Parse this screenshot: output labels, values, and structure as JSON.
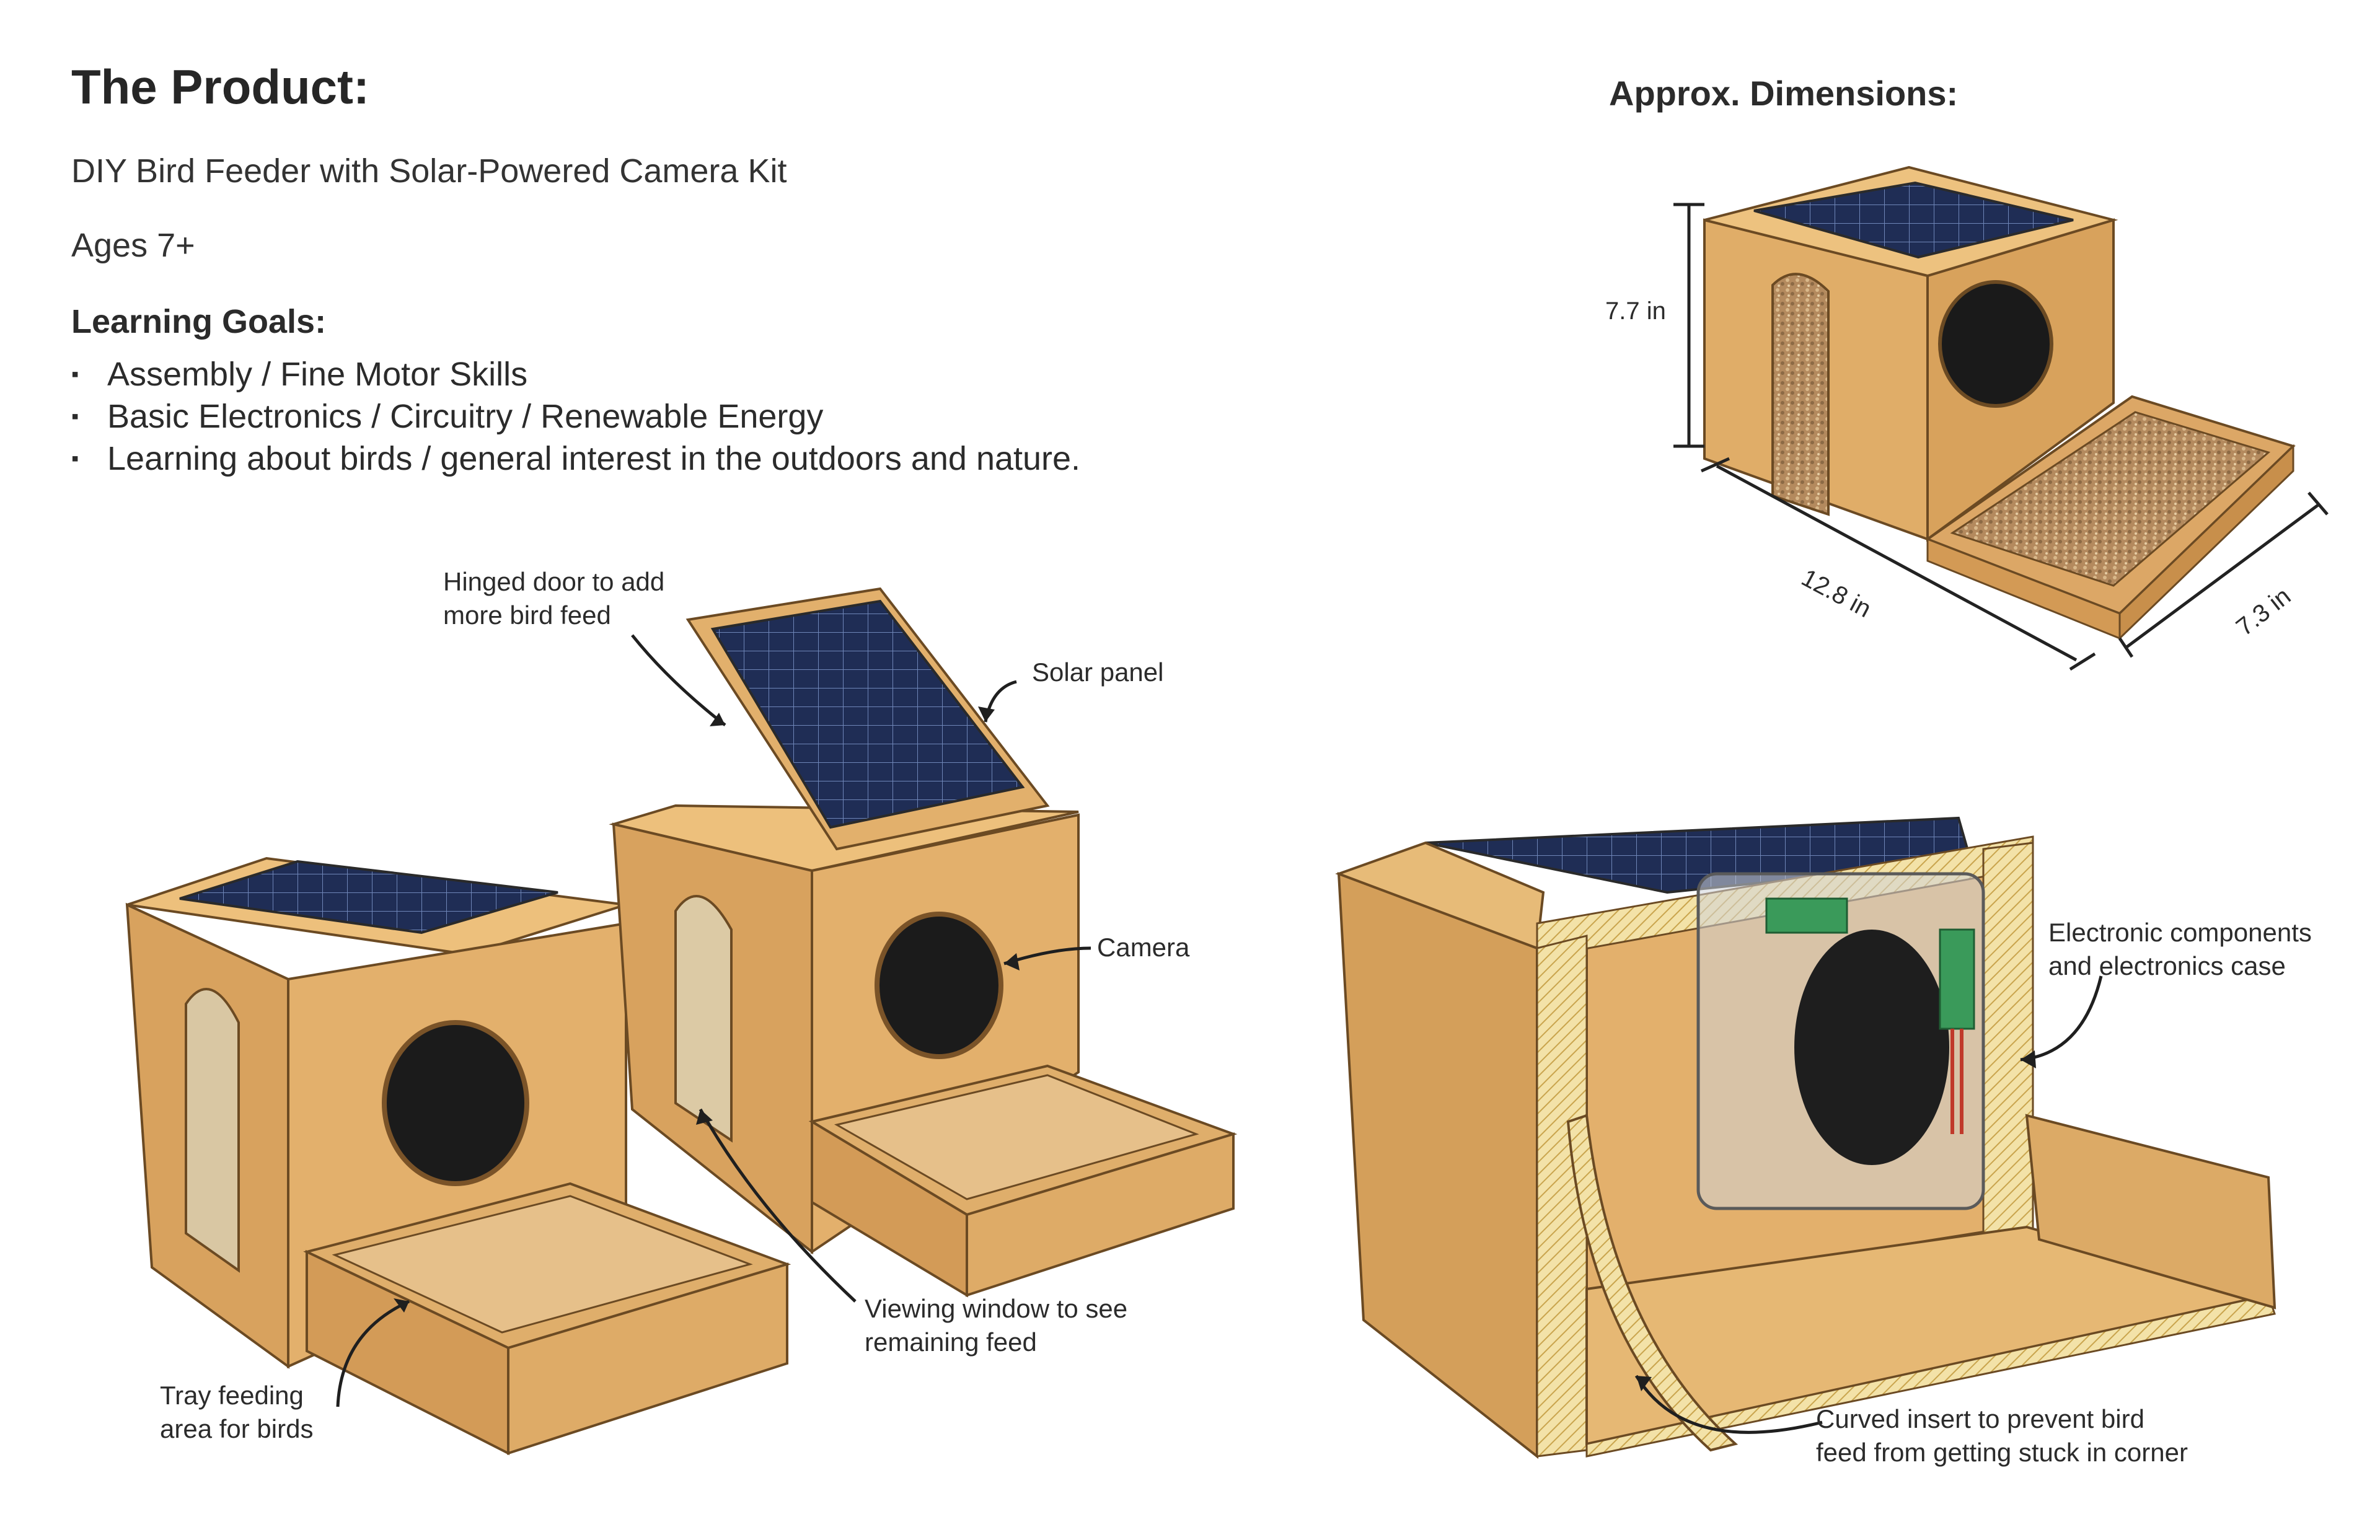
{
  "header": {
    "title": "The Product:",
    "subtitle": "DIY Bird Feeder with Solar-Powered Camera Kit",
    "ages": "Ages 7+"
  },
  "learning_goals": {
    "heading": "Learning Goals:",
    "items": [
      "Assembly / Fine Motor Skills",
      "Basic Electronics / Circuitry / Renewable Energy",
      "Learning about birds / general interest in the outdoors and nature."
    ]
  },
  "dimensions": {
    "heading": "Approx. Dimensions:",
    "height": "7.7 in",
    "length": "12.8 in",
    "width": "7.3 in"
  },
  "callouts": {
    "hinged_door": "Hinged door to add\nmore bird feed",
    "solar_panel": "Solar panel",
    "camera": "Camera",
    "viewing_window": "Viewing window to see\nremaining feed",
    "tray": "Tray feeding\narea for birds",
    "electronics": "Electronic components\nand electronics case",
    "curved_insert": "Curved insert to prevent bird\nfeed from getting stuck in corner"
  },
  "colors": {
    "wood": "#e2b16f",
    "wood_dark": "#c99550",
    "solar": "#1f2d55",
    "camera": "#1c1c1c",
    "seed": "#b98a5a"
  }
}
